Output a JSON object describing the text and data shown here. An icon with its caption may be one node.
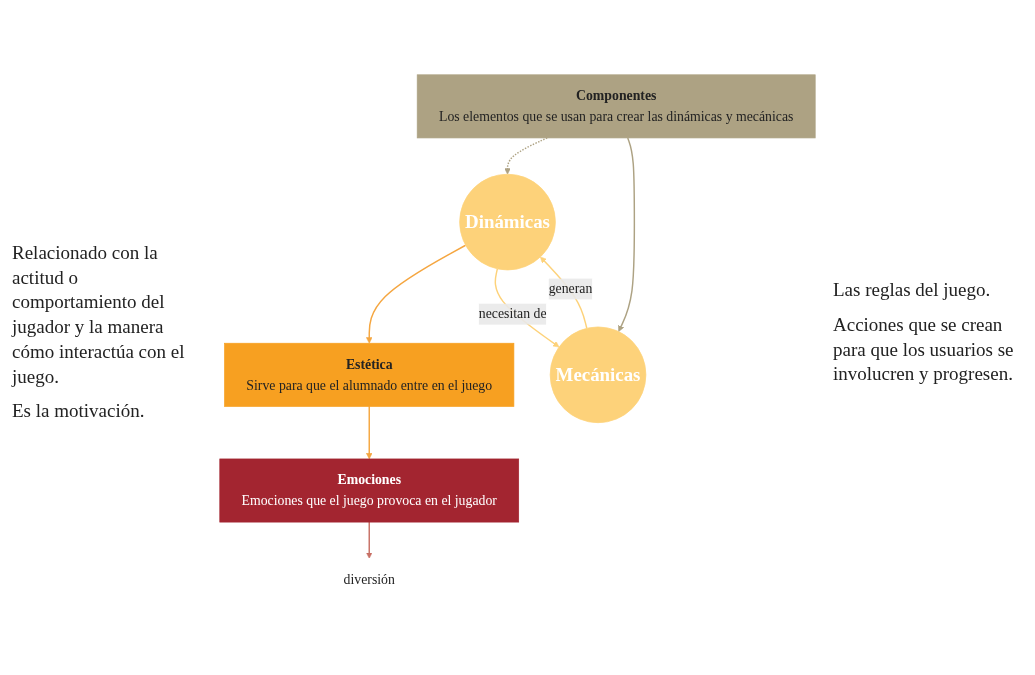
{
  "diagram": {
    "nodes": [
      {
        "text": [
          "Estética",
          "Sirve para que el alumnado entre en el juego"
        ]
      },
      {
        "text": [
          "Emociones",
          "Emociones que el juego provoca en el jugador"
        ]
      },
      {
        "text": [
          "diversión"
        ]
      },
      {
        "text": [
          "Dinámicas"
        ],
        "beside": [
          "Relacionado con la actitud o comportamiento del jugador y la manera cómo interactúa con el juego.",
          "Es la motivación."
        ]
      },
      {
        "text": [
          "Mecánicas"
        ],
        "beside": [
          "Las reglas del juego.",
          "Acciones que se crean para que los usuarios se involucren y progresen."
        ]
      },
      {
        "text": [
          "Componentes",
          "Los elementos que se usan para crear las dinámicas y mecánicas"
        ]
      }
    ],
    "edges": [
      {
        "from": 3,
        "to": 0,
        "arrow": "to",
        "color": "#f5a640"
      },
      {
        "from": 0,
        "to": 1,
        "arrow": "to",
        "color": "#f5a640"
      },
      {
        "from": 1,
        "to": 2,
        "arrow": "to",
        "color": "#c87065"
      },
      {
        "from": 4,
        "to": 3,
        "arrow": "to",
        "label": "generan",
        "color": "#fdd27a"
      },
      {
        "from": 3,
        "to": 4,
        "arrow": "to",
        "label": "necesitan de",
        "color": "#fdd27a"
      },
      {
        "from": 5,
        "to": 3,
        "arrow": "to",
        "style": "dashed",
        "color": "#ada283"
      },
      {
        "from": 5,
        "to": 4,
        "arrow": "to",
        "color": "#ada283"
      }
    ]
  }
}
